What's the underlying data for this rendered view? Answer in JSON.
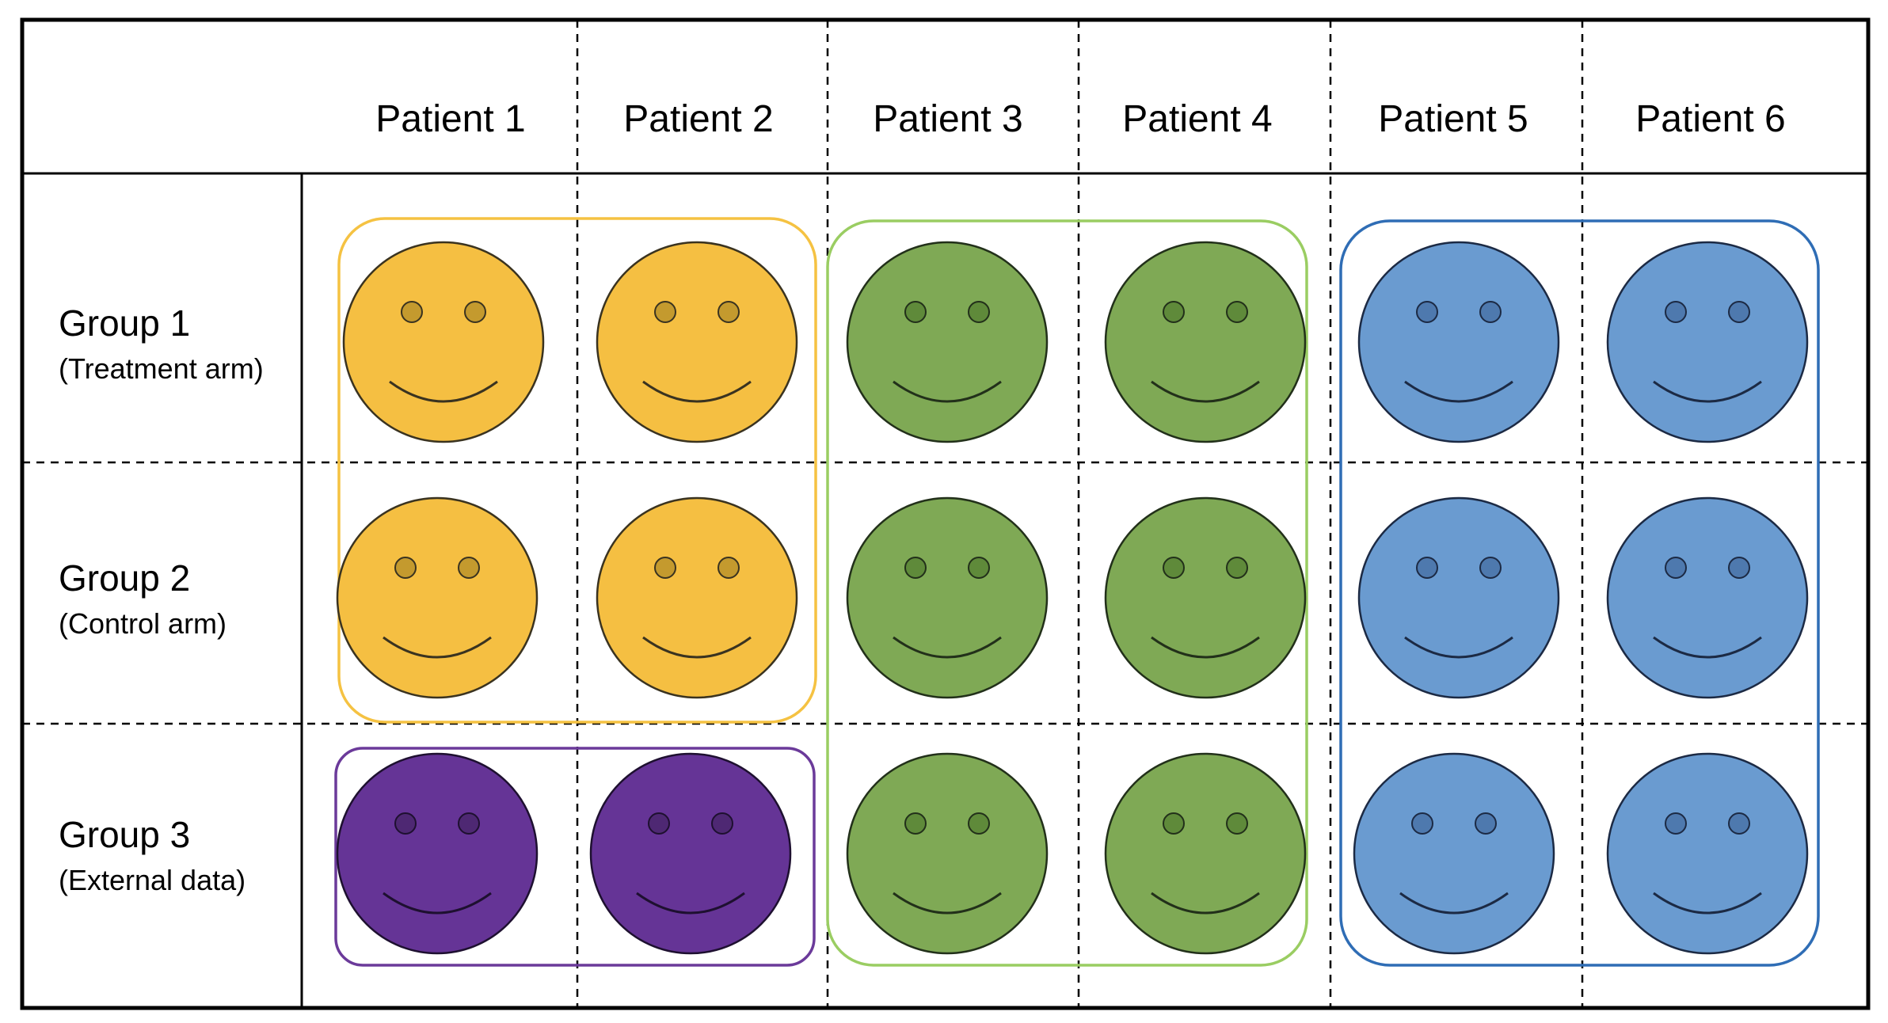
{
  "header": {
    "patients": [
      "Patient 1",
      "Patient 2",
      "Patient 3",
      "Patient 4",
      "Patient 5",
      "Patient 6"
    ]
  },
  "groups": [
    {
      "title": "Group 1",
      "subtitle": "(Treatment arm)"
    },
    {
      "title": "Group 2",
      "subtitle": "(Control arm)"
    },
    {
      "title": "Group 3",
      "subtitle": "(External data)"
    }
  ],
  "colors": {
    "yellow": {
      "fill": "#F5BF42",
      "stroke": "#3a3320",
      "eye": "#C49A2E",
      "box": "#F5C242"
    },
    "green": {
      "fill": "#7FA955",
      "stroke": "#22301a",
      "eye": "#5F8A3A",
      "box": "#9ACD62"
    },
    "blue": {
      "fill": "#6A9BD0",
      "stroke": "#1c2a44",
      "eye": "#4E79AE",
      "box": "#2F6DB5"
    },
    "purple": {
      "fill": "#653496",
      "stroke": "#1e1030",
      "eye": "#4E2873",
      "box": "#6B3A9A"
    }
  },
  "faces": [
    [
      "yellow",
      "yellow",
      "green",
      "green",
      "blue",
      "blue"
    ],
    [
      "yellow",
      "yellow",
      "green",
      "green",
      "blue",
      "blue"
    ],
    [
      "purple",
      "purple",
      "green",
      "green",
      "blue",
      "blue"
    ]
  ],
  "clusters": [
    {
      "color": "yellow",
      "rows": [
        0,
        1
      ],
      "cols": [
        0,
        1
      ]
    },
    {
      "color": "purple",
      "rows": [
        2
      ],
      "cols": [
        0,
        1
      ]
    },
    {
      "color": "green",
      "rows": [
        0,
        2
      ],
      "cols": [
        2,
        3
      ]
    },
    {
      "color": "blue",
      "rows": [
        0,
        2
      ],
      "cols": [
        4,
        5
      ]
    }
  ]
}
